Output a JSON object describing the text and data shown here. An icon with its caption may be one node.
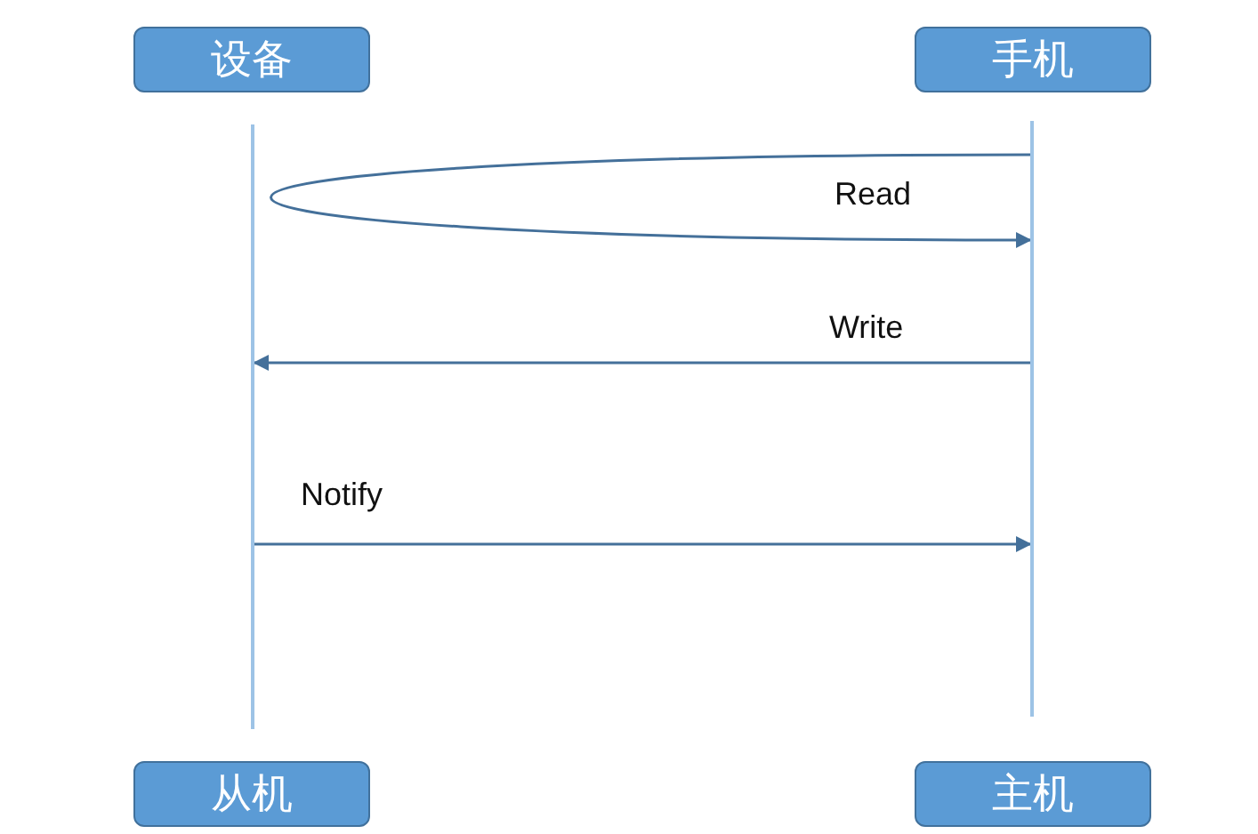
{
  "diagram": {
    "nodes": [
      {
        "text": [
          "设备"
        ]
      },
      {
        "text": [
          "手机"
        ]
      },
      {
        "text": [
          "从机"
        ]
      },
      {
        "text": [
          "主机"
        ]
      },
      {
        "text": [],
        "shape": "line"
      },
      {
        "text": [],
        "shape": "line"
      }
    ],
    "edges": [
      {
        "from": 5,
        "to": 5,
        "arrow": "to",
        "label": "Read"
      },
      {
        "from": 5,
        "to": 4,
        "arrow": "to",
        "label": "Write"
      },
      {
        "from": 4,
        "to": 5,
        "arrow": "to",
        "label": "Notify"
      }
    ]
  }
}
